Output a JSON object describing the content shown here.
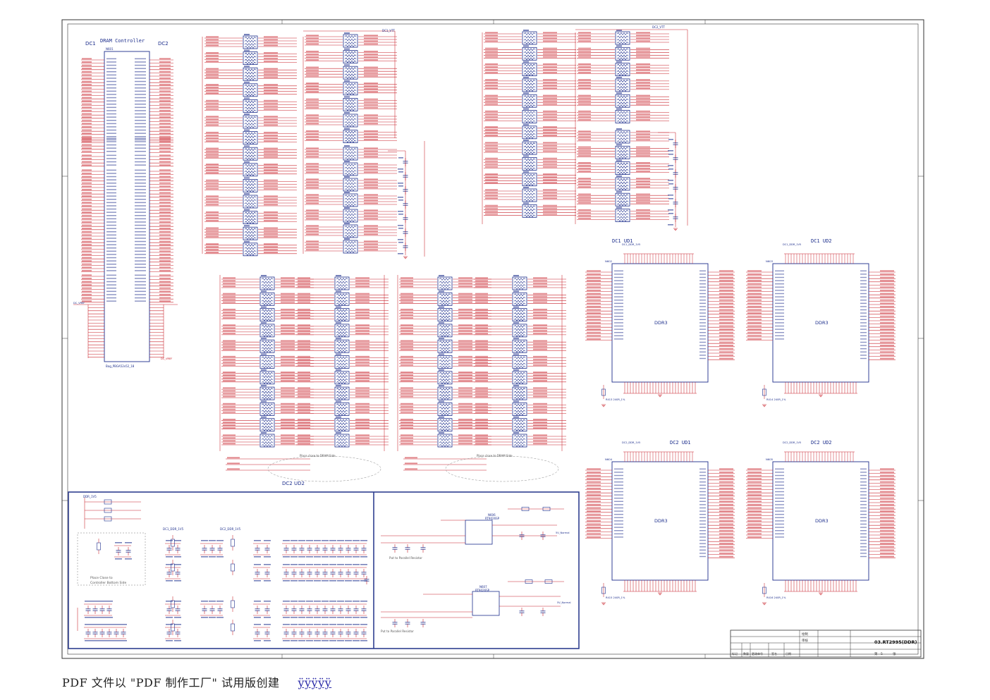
{
  "sheet": {
    "controller_title": "DRAM Controller",
    "dc1_label": "DC1",
    "dc2_label": "DC2",
    "controller_ref": "N601",
    "controller_part": "Bag_PBGA52x52_18",
    "dc1_vref": "DC_VREF",
    "dc2_vref": "DC_VREF",
    "dc1_vtt_top": "DC1_VTT",
    "dc2_vtt_top": "DC2_VTT",
    "dc1_vtt_label": "DC1_VTT",
    "dc2_vtt_label": "DC2_VTT",
    "dc2_ud2_label": "DC2 UD2",
    "place_close_left": "Place close to DRAM Side",
    "place_close_right": "Place close to DRAM Side",
    "mem_blocks": [
      {
        "title": "DC1 UD1",
        "part": "DDR3",
        "ref": "N602",
        "rail": "DC1_DDR_1V5"
      },
      {
        "title": "DC1 UD2",
        "part": "DDR3",
        "ref": "N603",
        "rail": "DC1_DDR_1V5"
      },
      {
        "title": "DC2 UD1",
        "part": "DDR3",
        "ref": "N604",
        "rail": "DC2_DDR_1V5"
      },
      {
        "title": "DC2 UD2",
        "part": "DDR3",
        "ref": "N605",
        "rail": "DC2_DDR_1V5"
      }
    ],
    "resistor_labels": [
      "R413 240R_1%",
      "R414 240R_1%",
      "R415 240R_1%",
      "R416 240R_1%"
    ],
    "power": {
      "ddr_rail": "DDR_1V5",
      "dc1_rail": "DC1_DDR_1V5",
      "dc2_rail": "DC2_DDR_1V5",
      "place_note_1": "Place Close to",
      "place_note_2": "Controller Bottom Side",
      "reg1_ref": "N606",
      "reg1_part": "RT9026SP",
      "reg2_ref": "N607",
      "reg2_part": "RT9026SP",
      "reg_note_1": "Put to Parallel Resistor",
      "reg_note_2": "Put to Parallel Resistor",
      "normal_1": "5V_Normal",
      "normal_2": "5V_Normal"
    },
    "title_block": {
      "drawn": "绘制",
      "checked": "审核",
      "doc_title": "03.RT2995(DDR)",
      "rev_headers": [
        "标记",
        "数量",
        "更改单号",
        "签名",
        "日期"
      ],
      "page_prefix": "第",
      "page_num": "5",
      "page_suffix": "张"
    }
  },
  "watermark": {
    "text": "PDF 文件以 \"PDF 制作工厂\" 试用版创建",
    "link": "ÿÿÿÿÿ"
  },
  "colors": {
    "wire": "#c8212a",
    "part": "#1d2e8c",
    "frame": "#333333",
    "power_border": "#2f3f8f",
    "green_net": "#2a8a3a"
  }
}
